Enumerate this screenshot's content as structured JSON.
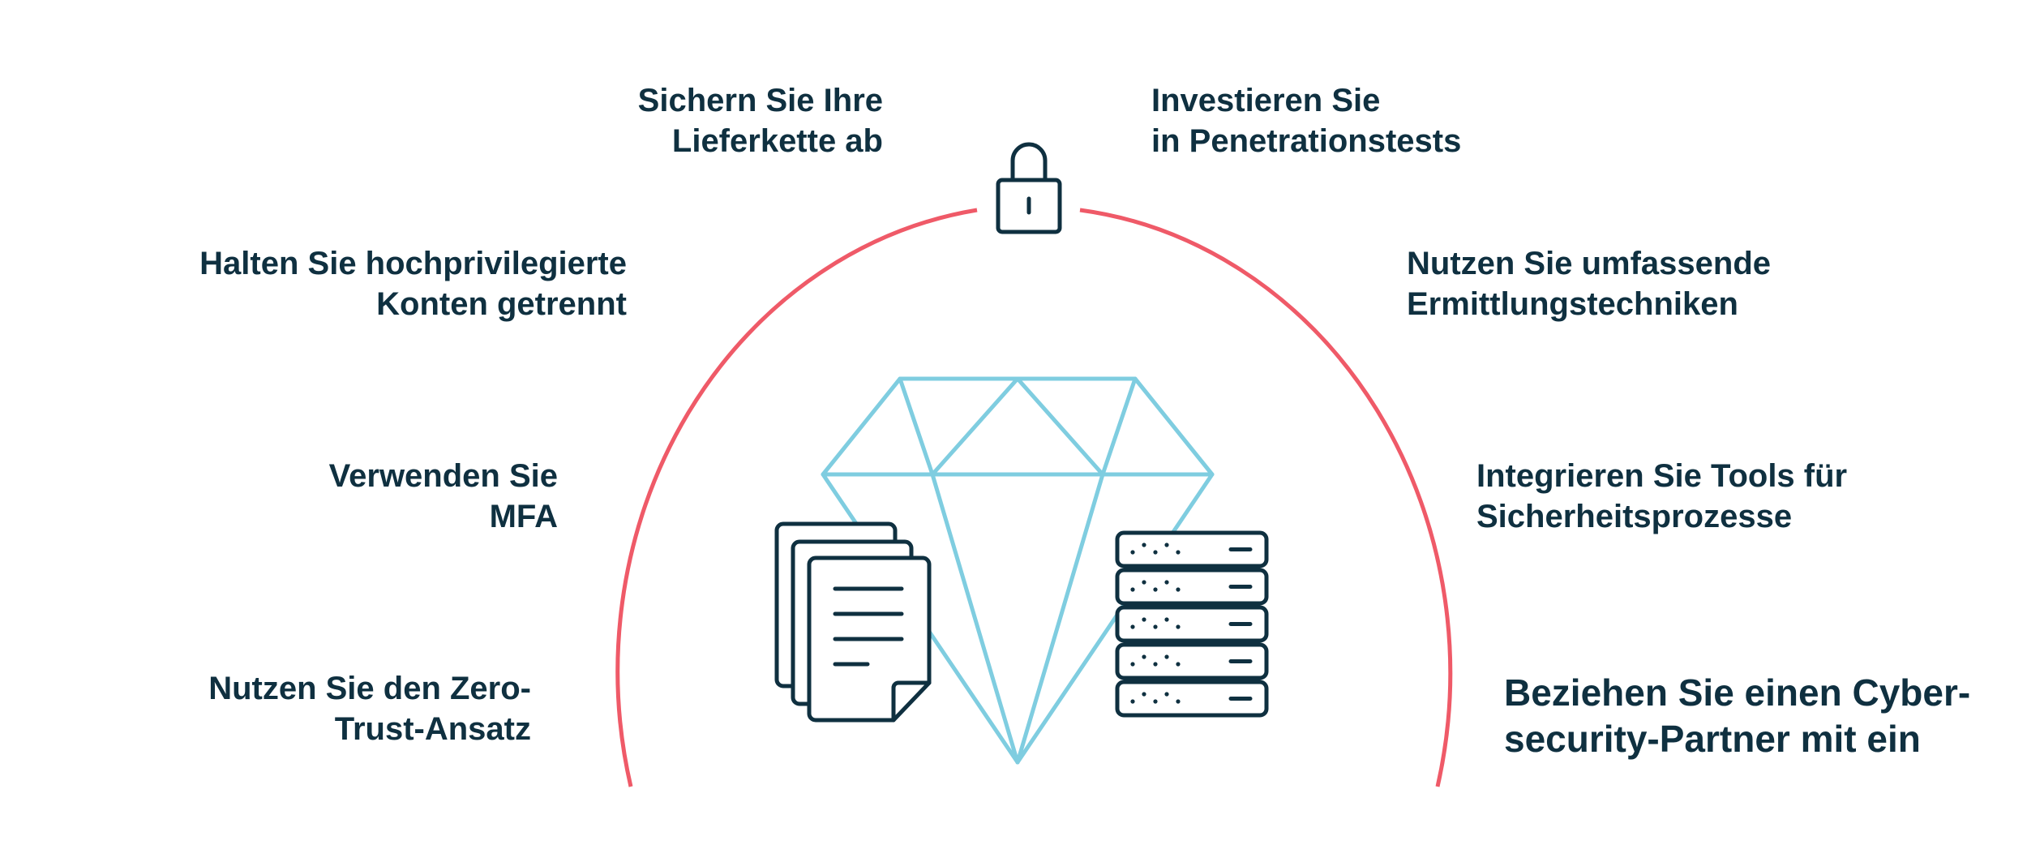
{
  "colors": {
    "text": "#0f3040",
    "arc": "#ef5a68",
    "diamond": "#7fcde0",
    "icons": "#0f3040"
  },
  "icons": {
    "top": "padlock-icon",
    "left": "documents-icon",
    "right": "server-stack-icon",
    "center": "diamond-icon"
  },
  "labels": {
    "supply_chain": {
      "line1": "Sichern Sie Ihre",
      "line2": "Lieferkette ab"
    },
    "pentest": {
      "line1": "Investieren Sie",
      "line2": "in Penetrationstests"
    },
    "privileged": {
      "line1": "Halten Sie hochprivilegierte",
      "line2": "Konten getrennt"
    },
    "investigation": {
      "line1": "Nutzen Sie umfassende",
      "line2": "Ermittlungstechniken"
    },
    "mfa": {
      "line1": "Verwenden Sie",
      "line2": "MFA"
    },
    "tools": {
      "line1": "Integrieren Sie Tools für",
      "line2": "Sicherheitsprozesse"
    },
    "zero_trust": {
      "line1": "Nutzen Sie den Zero-",
      "line2": "Trust-Ansatz"
    },
    "partner": {
      "line1": "Beziehen Sie einen Cyber-",
      "line2": "security-Partner mit ein"
    }
  }
}
